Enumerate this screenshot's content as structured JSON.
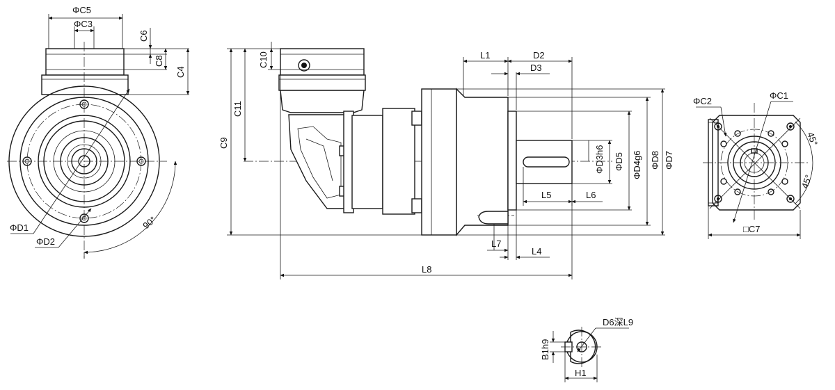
{
  "labels": {
    "c5": "ΦC5",
    "c3": "ΦC3",
    "c6": "C6",
    "c8": "C8",
    "c4": "C4",
    "c10": "C10",
    "c11": "C11",
    "c9": "C9",
    "d1": "ΦD1",
    "d2": "ΦD2",
    "angle90": "90°",
    "l1": "L1",
    "d2top": "D2",
    "d3": "D3",
    "d3h6": "ΦD3h6",
    "d5": "ΦD5",
    "d4g6": "ΦD4g6",
    "d8": "ΦD8",
    "d7": "ΦD7",
    "l5": "L5",
    "l6": "L6",
    "l7": "L7",
    "l4": "L4",
    "l8": "L8",
    "c2": "ΦC2",
    "c1": "ΦC1",
    "angle45a": "45°",
    "angle45b": "45°",
    "c7": "□C7",
    "d6l9": "D6深L9",
    "b1h9": "B1h9",
    "h1": "H1"
  }
}
